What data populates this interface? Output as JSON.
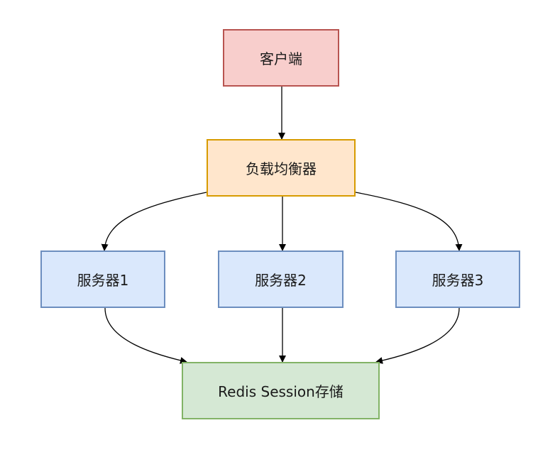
{
  "nodes": {
    "client": {
      "label": "客户端"
    },
    "lb": {
      "label": "负载均衡器"
    },
    "server1": {
      "label": "服务器1"
    },
    "server2": {
      "label": "服务器2"
    },
    "server3": {
      "label": "服务器3"
    },
    "redis": {
      "label": "Redis Session存储"
    }
  },
  "colors": {
    "client": {
      "fill": "#f8cecc",
      "stroke": "#b85450"
    },
    "lb": {
      "fill": "#ffe6cc",
      "stroke": "#d79b00"
    },
    "server": {
      "fill": "#dae8fc",
      "stroke": "#6c8ebf"
    },
    "redis": {
      "fill": "#d5e8d4",
      "stroke": "#82b366"
    },
    "edge": "#000000"
  },
  "edges": [
    {
      "from": "client",
      "to": "lb"
    },
    {
      "from": "lb",
      "to": "server1"
    },
    {
      "from": "lb",
      "to": "server2"
    },
    {
      "from": "lb",
      "to": "server3"
    },
    {
      "from": "server1",
      "to": "redis"
    },
    {
      "from": "server2",
      "to": "redis"
    },
    {
      "from": "server3",
      "to": "redis"
    }
  ]
}
